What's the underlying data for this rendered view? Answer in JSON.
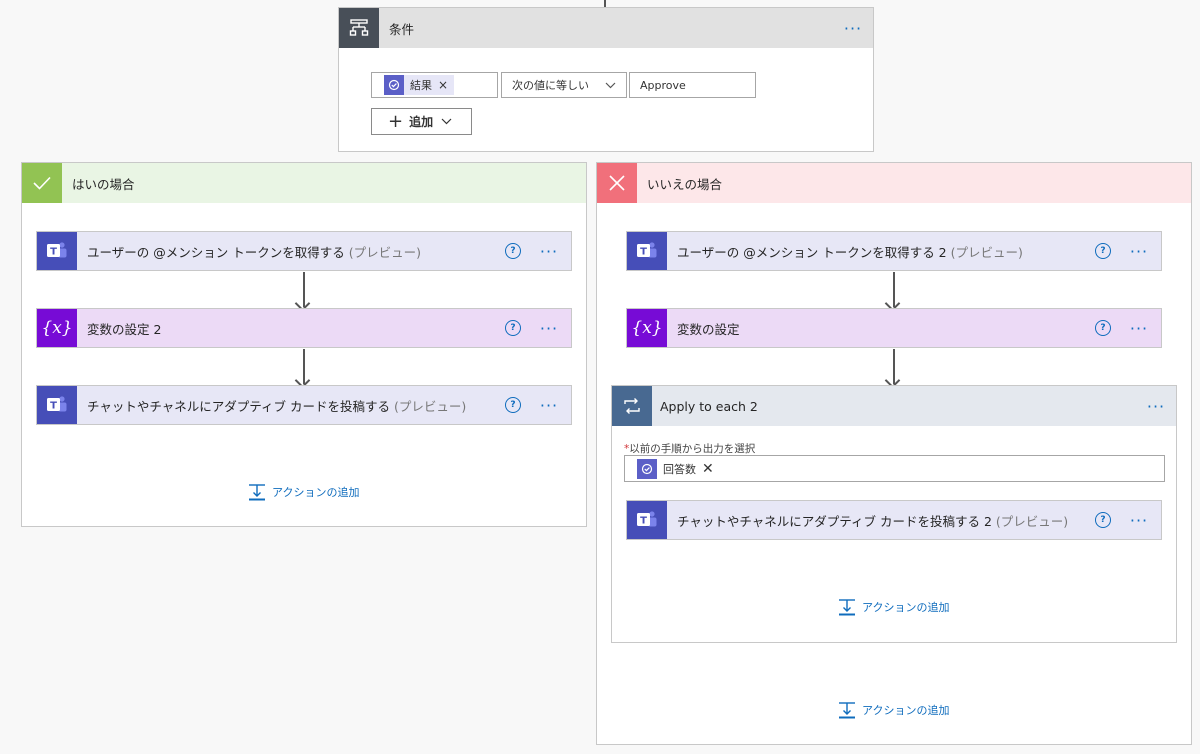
{
  "condition": {
    "title": "条件",
    "token_label": "結果",
    "token_remove": "×",
    "operator": "次の値に等しい",
    "value": "Approve",
    "add_label": "追加"
  },
  "yes_branch": {
    "title": "はいの場合",
    "actions": [
      {
        "name": "ユーザーの @メンション トークンを取得する",
        "suffix": "(プレビュー)"
      },
      {
        "name": "変数の設定 2",
        "suffix": ""
      },
      {
        "name": "チャットやチャネルにアダプティブ カードを投稿する",
        "suffix": "(プレビュー)"
      }
    ],
    "add_action": "アクションの追加"
  },
  "no_branch": {
    "title": "いいえの場合",
    "actions": [
      {
        "name": "ユーザーの @メンション トークンを取得する 2",
        "suffix": "(プレビュー)"
      },
      {
        "name": "変数の設定",
        "suffix": ""
      }
    ],
    "apply_each": {
      "title": "Apply to each 2",
      "required_mark": "*",
      "select_label": "以前の手順から出力を選択",
      "token_label": "回答数",
      "token_remove": "✕",
      "inner_action": {
        "name": "チャットやチャネルにアダプティブ カードを投稿する 2",
        "suffix": "(プレビュー)"
      },
      "add_action": "アクションの追加"
    },
    "add_action": "アクションの追加"
  },
  "common": {
    "more": "···",
    "help": "?",
    "var_symbol": "{x}",
    "teams_letter": "T"
  },
  "colors": {
    "teams": "#464eb8",
    "variable": "#770bd6",
    "yes": "#92c353",
    "no": "#f1707b",
    "condition_icon": "#484f58",
    "loop_icon": "#486991",
    "link": "#0f6cbd"
  }
}
